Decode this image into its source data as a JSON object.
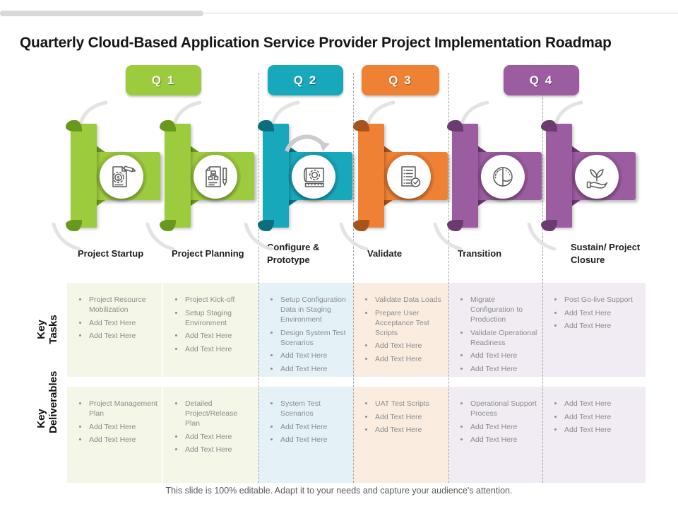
{
  "slide": {
    "title": "Quarterly Cloud-Based Application Service Provider Project Implementation Roadmap",
    "footer": "This slide is 100% editable. Adapt it to your needs and capture your audience's attention."
  },
  "quarters": [
    {
      "label": "Q 1",
      "color": "#9CCB3D"
    },
    {
      "label": "Q 2",
      "color": "#18A8BC"
    },
    {
      "label": "Q 3",
      "color": "#EE8133"
    },
    {
      "label": "Q 4",
      "color": "#9C5CA0"
    }
  ],
  "rows": {
    "tasks_label": "Key Tasks",
    "deliverables_label": "Key Deliverables"
  },
  "phases": [
    {
      "name": "Project Startup",
      "quarter": "Q 1",
      "icon": "document-gear-dollar-icon",
      "color": "#9CCB3D",
      "dark_color": "#67991F",
      "tint": "#F4F6E7",
      "key_tasks": [
        "Project Resource Mobilization",
        "Add Text Here",
        "Add Text Here"
      ],
      "key_deliverables": [
        "Project Management Plan",
        "Add Text Here",
        "Add Text Here"
      ]
    },
    {
      "name": "Project Planning",
      "quarter": "Q 1",
      "icon": "document-flowchart-pencil-icon",
      "color": "#9CCB3D",
      "dark_color": "#67991F",
      "tint": "#F4F6E7",
      "key_tasks": [
        "Project Kick-off",
        "Setup Staging Environment",
        "Add Text Here",
        "Add Text Here"
      ],
      "key_deliverables": [
        "Detailed Project/Release Plan",
        "Add Text Here",
        "Add Text Here"
      ]
    },
    {
      "name": "Configure & Prototype",
      "quarter": "Q 2",
      "icon": "blueprint-gear-icon",
      "color": "#18A8BC",
      "dark_color": "#0B6E7E",
      "tint": "#E4F2F8",
      "key_tasks": [
        "Setup Configuration Data in Staging Environment",
        "Design System Test Scenarios",
        "Add Text Here",
        "Add Text Here"
      ],
      "key_deliverables": [
        "System Test Scenarios",
        "Add Text Here",
        "Add Text Here"
      ]
    },
    {
      "name": "Validate",
      "quarter": "Q 3",
      "icon": "checklist-check-icon",
      "color": "#EE8133",
      "dark_color": "#A8521C",
      "tint": "#FAEDE0",
      "key_tasks": [
        "Validate Data Loads",
        "Prepare User Acceptance Test Scripts",
        "Add Text Here",
        "Add Text Here"
      ],
      "key_deliverables": [
        "UAT Test Scripts",
        "Add Text Here",
        "Add Text Here"
      ]
    },
    {
      "name": "Transition",
      "quarter": "Q 4",
      "icon": "segmented-circle-icon",
      "color": "#9C5CA0",
      "dark_color": "#6B3A6E",
      "tint": "#F1ECF3",
      "key_tasks": [
        "Migrate Configuration to Production",
        "Validate Operational Readiness",
        "Add Text Here",
        "Add Text Here"
      ],
      "key_deliverables": [
        "Operational Support Process",
        "Add Text Here",
        "Add Text Here"
      ]
    },
    {
      "name": "Sustain/ Project Closure",
      "quarter": "Q 4",
      "icon": "hand-leaf-icon",
      "color": "#9C5CA0",
      "dark_color": "#6B3A6E",
      "tint": "#F1ECF3",
      "key_tasks": [
        "Post Go-live Support",
        "Add Text Here",
        "Add Text Here"
      ],
      "key_deliverables": [
        "Add Text Here",
        "Add Text Here",
        "Add Text Here"
      ]
    }
  ]
}
